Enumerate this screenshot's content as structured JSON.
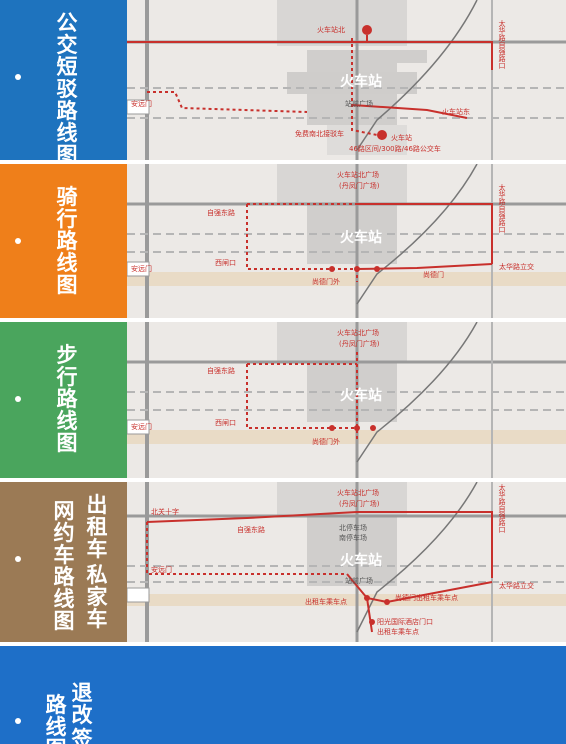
{
  "panels": [
    {
      "id": "bus",
      "title_chars": [
        "公",
        "交",
        "短",
        "驳",
        "路",
        "线",
        "图"
      ],
      "color": "#1e73be",
      "labels": {
        "north": "火车站北",
        "station": "火车站",
        "square": "站前广场",
        "east": "火车站东",
        "taihua": "太华路自强路口",
        "anyuan": "安远门",
        "free_bus": "免费南北接驳车",
        "bus_stop": "火车站",
        "bus_lines": "46路区间/300路/46路公交车"
      }
    },
    {
      "id": "bike",
      "title_chars": [
        "骑",
        "行",
        "路",
        "线",
        "图"
      ],
      "color": "#ef7f1a",
      "labels": {
        "north_square": "火车站北广场",
        "danfeng": "(丹凤门广场)",
        "station": "火车站",
        "ziqiang": "自强东路",
        "xizhakou": "西闸口",
        "shangdemen": "尚德门",
        "shangdemen_out": "尚德门外",
        "taihua": "太华路自强路口",
        "taihua_bridge": "太华路立交",
        "anyuan": "安远门"
      }
    },
    {
      "id": "walk",
      "title_chars": [
        "步",
        "行",
        "路",
        "线",
        "图"
      ],
      "color": "#4aa55d",
      "labels": {
        "north_square": "火车站北广场",
        "danfeng": "(丹凤门广场)",
        "station": "火车站",
        "ziqiang": "自强东路",
        "xizhakou": "西闸口",
        "shangdemen_out": "尚德门外",
        "anyuan": "安远门"
      }
    },
    {
      "id": "taxi",
      "title_cols": [
        [
          "出",
          "租",
          "车"
        ],
        [
          "私",
          "家",
          "车"
        ],
        [
          "网",
          "约",
          "车",
          "路",
          "线",
          "图"
        ]
      ],
      "color": "#9b7a55",
      "labels": {
        "beiguan": "北关十字",
        "north_square": "火车站北广场",
        "danfeng": "(丹凤门广场)",
        "ziqiang": "自强东路",
        "station": "火车站",
        "square": "站前广场",
        "north_lot": "北停车场",
        "south_lot": "南停车场",
        "anyuan": "安远门",
        "taxi_stop": "出租车乘车点",
        "shangdemen_taxi": "尚德门出租车乘车点",
        "yangguang": "阳光国际酒店门口",
        "yangguang_taxi": "出租车乘车点",
        "taihua": "太华路自强路口",
        "taihua_bridge": "太华路立交"
      }
    },
    {
      "id": "ticket",
      "title_cols": [
        [
          "退",
          "改"
        ],
        [
          "路",
          "线",
          "图"
        ],
        [
          "签",
          "信"
        ]
      ],
      "color": "#1e6fc8"
    }
  ],
  "route_color": "#c8302c"
}
